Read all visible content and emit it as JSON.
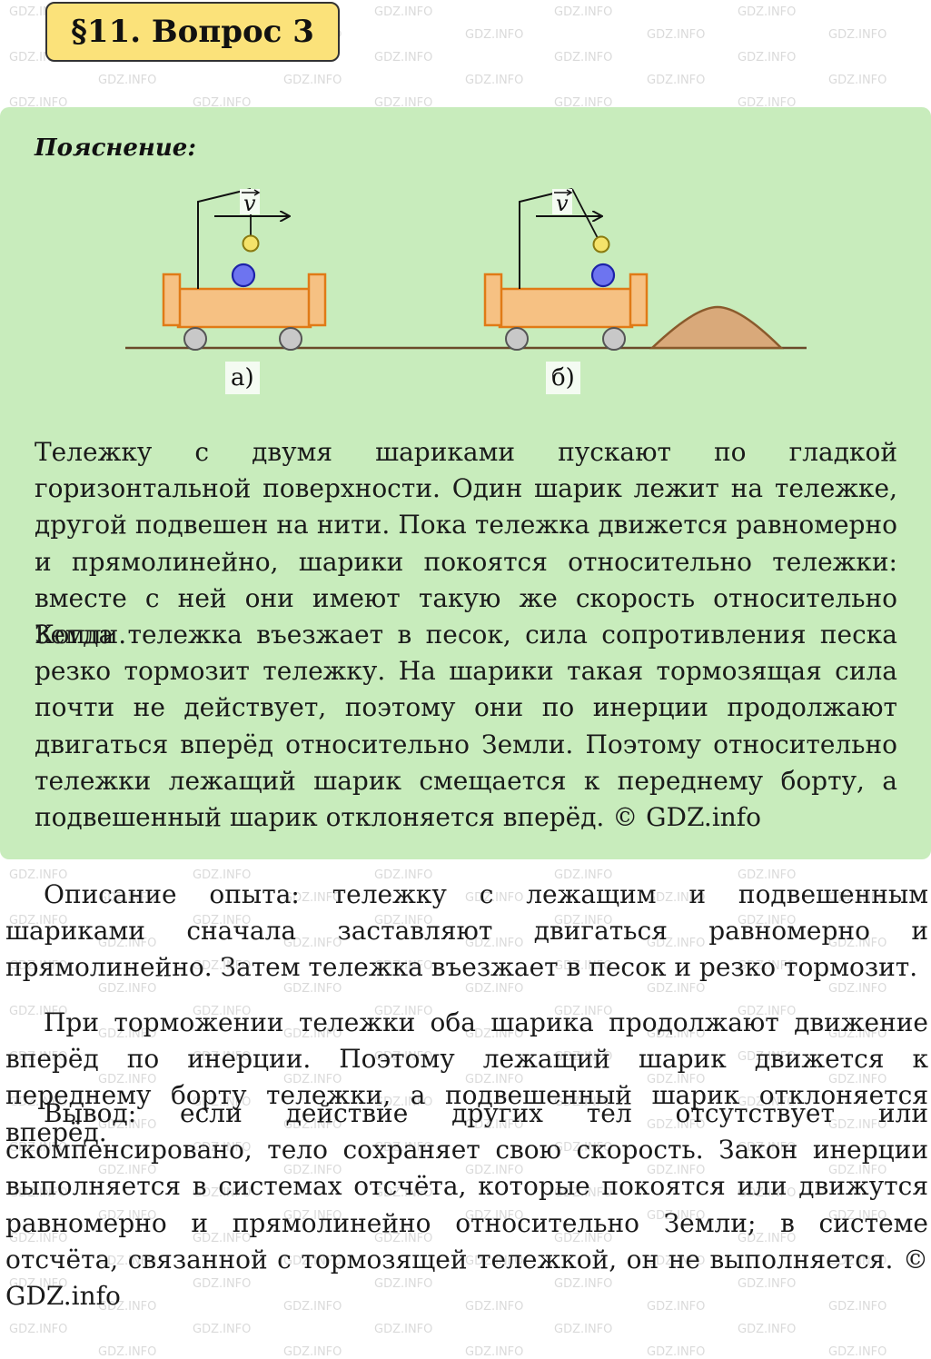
{
  "header": {
    "title": "§11. Вопрос 3"
  },
  "explanation": {
    "heading": "Пояснение:",
    "figure": {
      "velocity_symbol": "v",
      "label_a": "а)",
      "label_b": "б)",
      "colors": {
        "cart_body": "#f6c183",
        "cart_outline": "#e07a16",
        "ball_hanging": "#f5e36a",
        "ball_lying": "#6d74f0",
        "wheel": "#c8c8c8",
        "sand": "#d9a97a",
        "sand_outline": "#8a5a2c"
      }
    },
    "paragraph1": "Тележку с двумя шариками пускают по гладкой горизонтальной поверхности. Один шарик лежит на тележке, другой подвешен на нити. Пока тележка движется равномерно и прямолинейно, шарики покоятся относительно тележки: вместе с ней они имеют такую же скорость относительно Земли.",
    "paragraph2": "Когда тележка въезжает в песок, сила сопротивления песка резко тормозит тележку. На шарики такая тормозящая сила почти не действует, поэтому они по инерции продолжают двигаться вперёд относительно Земли. Поэтому относительно тележки лежащий шарик смещается к переднему борту, а подвешенный шарик отклоняется вперёд. © GDZ.info"
  },
  "body": {
    "paragraph1": "Описание опыта: тележку с лежащим и подвешенным шариками сначала заставляют двигаться равномерно и прямолинейно. Затем тележка въезжает в песок и резко тормозит.",
    "paragraph2": "При торможении тележки оба шарика продолжают движение вперёд по инерции. Поэтому лежащий шарик движется к переднему борту тележки, а подвешенный шарик отклоняется вперёд.",
    "paragraph3": "Вывод: если действие других тел отсутствует или скомпенсировано, тело сохраняет свою скорость. Закон инерции выполняется в системах отсчёта, которые покоятся или движутся равномерно и прямолинейно относительно Земли; в системе отсчёта, связанной с тормозящей тележкой, он не выполняется. © GDZ.info"
  },
  "watermark": {
    "text": "GDZ.INFO"
  }
}
